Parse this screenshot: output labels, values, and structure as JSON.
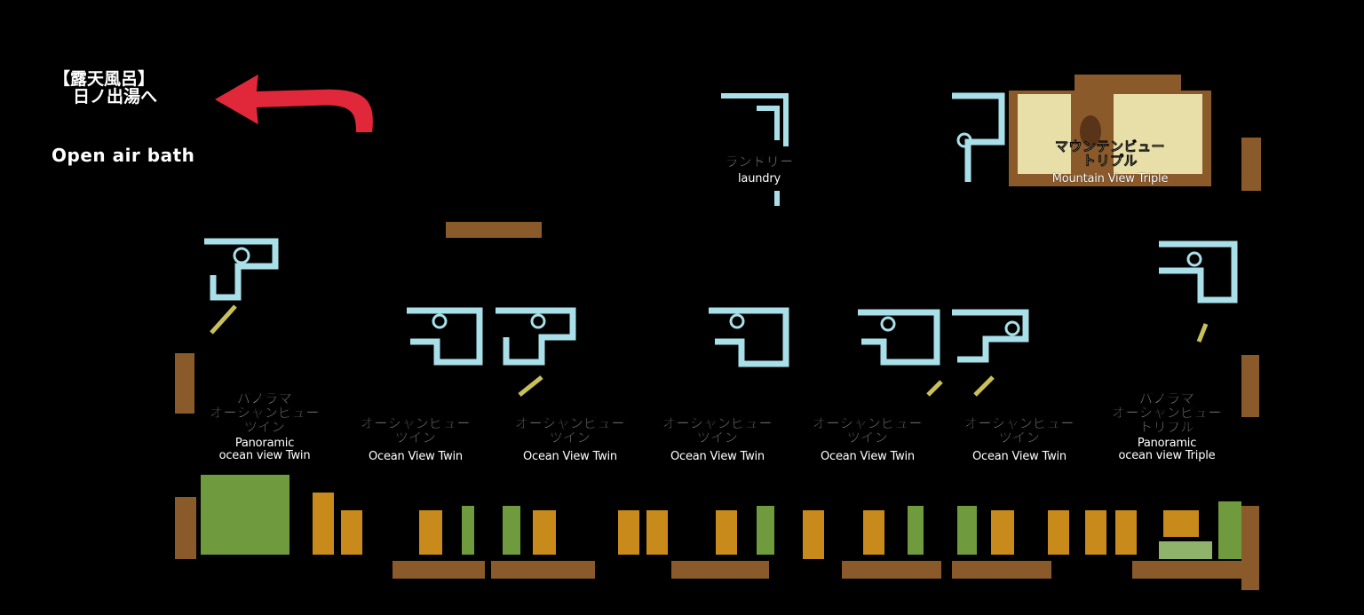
{
  "bath": {
    "jp_line1": "【露天風呂】",
    "jp_line2": "日ノ出湯へ",
    "en": "Open air bath",
    "arrow_color": "#e0283a"
  },
  "colors": {
    "bathroom": "#a9dfe8",
    "wall": "#8b5a2b",
    "bed_orange": "#c98a1c",
    "bed_green": "#6f9a3e",
    "light_green": "#8fb36b",
    "yellow": "#c9c05a",
    "mountain_fill": "#e8dfa8"
  },
  "laundry": {
    "jp": "ランドリー",
    "en": "laundry"
  },
  "mountain": {
    "jp1": "マウンテンビュー",
    "jp2": "トリプル",
    "en": "Mountain View Triple"
  },
  "rooms": [
    {
      "jp1": "パノラマ",
      "jp2": "オーシャンビュー",
      "jp3": "ツイン",
      "en1": "Panoramic",
      "en2": "ocean view Twin"
    },
    {
      "jp1": "オーシャンビュー",
      "jp2": "ツイン",
      "en1": "Ocean View Twin"
    },
    {
      "jp1": "オーシャンビュー",
      "jp2": "ツイン",
      "en1": "Ocean View Twin"
    },
    {
      "jp1": "オーシャンビュー",
      "jp2": "ツイン",
      "en1": "Ocean View Twin"
    },
    {
      "jp1": "オーシャンビュー",
      "jp2": "ツイン",
      "en1": "Ocean View Twin"
    },
    {
      "jp1": "オーシャンビュー",
      "jp2": "ツイン",
      "en1": "Ocean View Twin"
    },
    {
      "jp1": "パノラマ",
      "jp2": "オーシャンビュー",
      "jp3": "トリプル",
      "en1": "Panoramic",
      "en2": "ocean view Triple"
    }
  ]
}
